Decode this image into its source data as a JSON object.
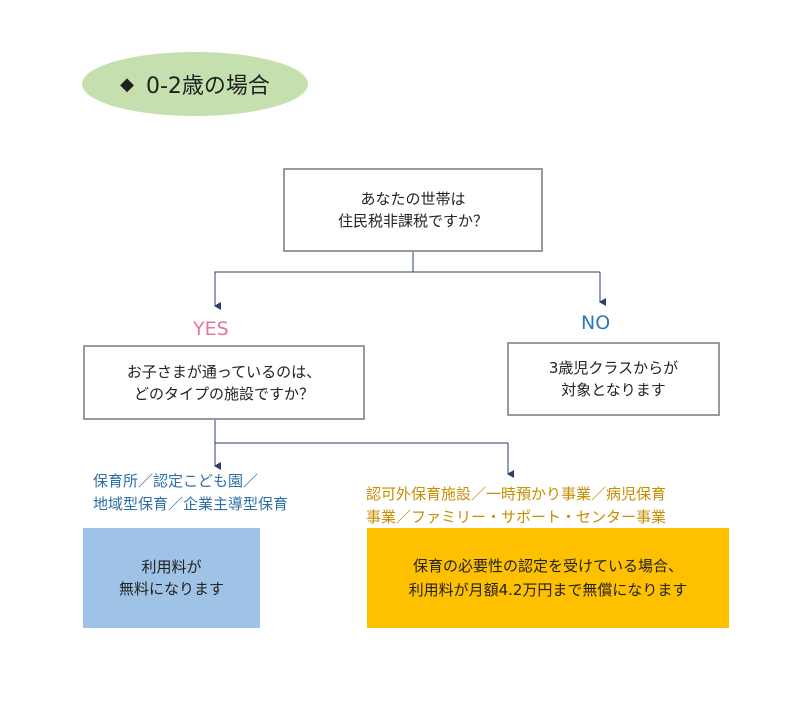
{
  "title": {
    "diamond": "◆",
    "text": "0-2歳の場合"
  },
  "question1": {
    "lines": [
      "あなたの世帯は",
      "住民税非課税ですか？"
    ]
  },
  "branches": {
    "yes_label": "YES",
    "no_label": "NO"
  },
  "no_result": {
    "lines": [
      "3歳児クラスからが",
      "対象となります"
    ]
  },
  "question2": {
    "lines": [
      "お子さまが通っているのは、",
      "どのタイプの施設ですか？"
    ]
  },
  "category_left": {
    "lines": [
      "保育所／認定こども園／",
      "地域型保育／企業主導型保育"
    ]
  },
  "category_right": {
    "lines": [
      "認可外保育施設／一時預かり事業／病児保育",
      "事業／ファミリー・サポート・センター事業"
    ]
  },
  "result_left": {
    "lines": [
      "利用料が",
      "無料になります"
    ]
  },
  "result_right": {
    "lines": [
      "保育の必要性の認定を受けている場合、",
      "利用料が月額4.2万円まで無償になります"
    ]
  },
  "colors": {
    "badge_bg": "#c6dfae",
    "yes": "#e6759b",
    "no": "#2f79b5",
    "category_left": "#2f6fa8",
    "category_right": "#c88e00",
    "result_left_bg": "#9fc3e6",
    "result_right_bg": "#ffc000",
    "connector": "#2b3f6b"
  }
}
